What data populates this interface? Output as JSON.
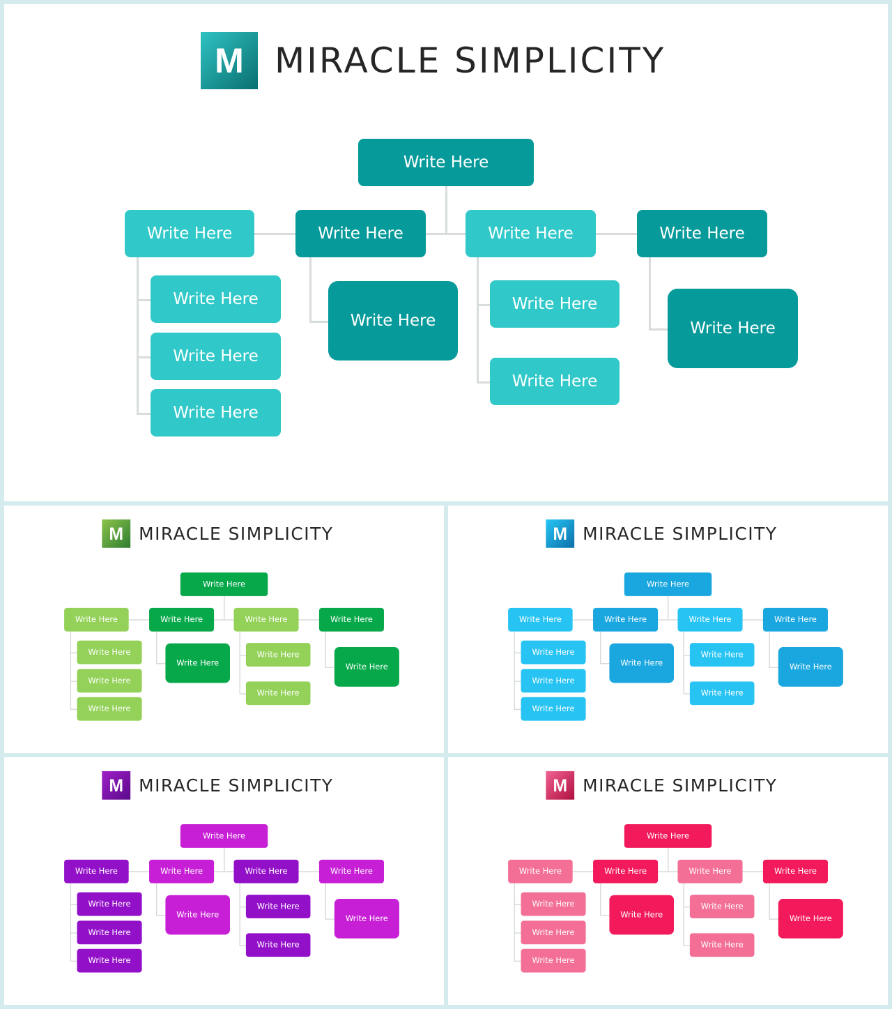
{
  "brand": {
    "letter": "M",
    "name": "MIRACLE SIMPLICITY"
  },
  "node_label": "Write Here",
  "themes": [
    {
      "id": "teal",
      "primary": "#079a9a",
      "secondary": "#30c8c8",
      "logo_from": "#2fc2c2",
      "logo_to": "#0a6f70"
    },
    {
      "id": "green",
      "primary": "#07a84a",
      "secondary": "#93d158",
      "logo_from": "#8bc34a",
      "logo_to": "#2f7d32"
    },
    {
      "id": "blue",
      "primary": "#1aa6df",
      "secondary": "#27c3f3",
      "logo_from": "#26c6f5",
      "logo_to": "#0d6fa8"
    },
    {
      "id": "purple",
      "primary": "#c71fd6",
      "secondary": "#9310c9",
      "logo_from": "#a020c8",
      "logo_to": "#5a0a8a"
    },
    {
      "id": "pink",
      "primary": "#f21a5a",
      "secondary": "#f36f96",
      "logo_from": "#f06292",
      "logo_to": "#b0103f"
    }
  ],
  "chart_data": {
    "type": "org-chart",
    "root": "Write Here",
    "branches": [
      {
        "label": "Write Here",
        "children": [
          "Write Here",
          "Write Here",
          "Write Here"
        ]
      },
      {
        "label": "Write Here",
        "children": [
          "Write Here"
        ]
      },
      {
        "label": "Write Here",
        "children": [
          "Write Here",
          "Write Here"
        ]
      },
      {
        "label": "Write Here",
        "children": [
          "Write Here"
        ]
      }
    ]
  }
}
